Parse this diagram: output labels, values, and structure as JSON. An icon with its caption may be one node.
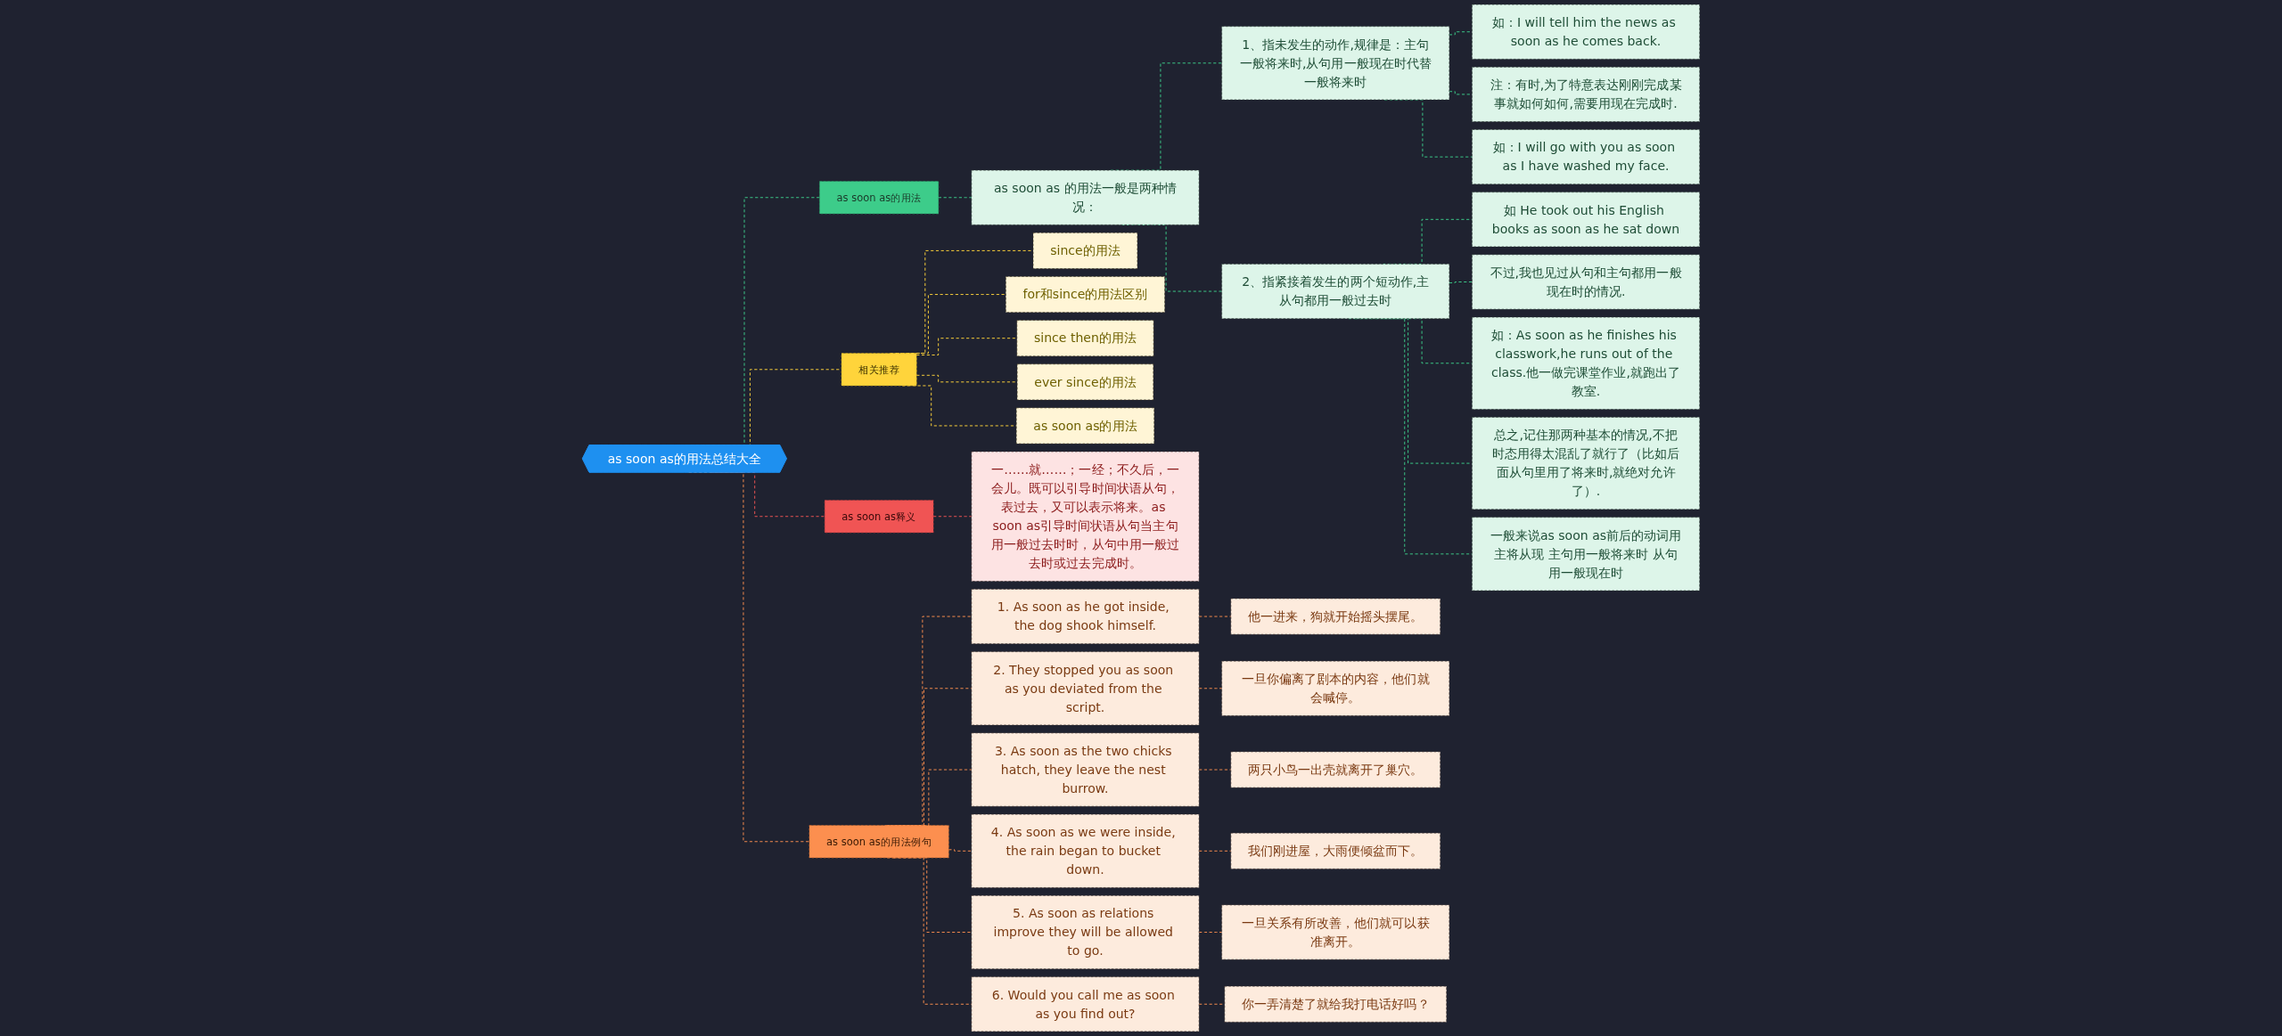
{
  "diagram": {
    "nodes": [
      {
        "text": [
          "as soon as的用法总结大全"
        ]
      },
      {
        "text": [
          "as soon as的用法"
        ]
      },
      {
        "text": [
          "as soon as 的用法一般是两种情况："
        ]
      },
      {
        "text": [
          "1、指未发生的动作,规律是：主句一般将来时,从句用一般现在时代替一般将来时"
        ]
      },
      {
        "text": [
          "如：I will tell him the news as soon as he comes back."
        ]
      },
      {
        "text": [
          "注：有时,为了特意表达刚刚完成某事就如何如何,需要用现在完成时."
        ]
      },
      {
        "text": [
          "如：I will go with you as soon as I have washed my face."
        ]
      },
      {
        "text": [
          "2、指紧接着发生的两个短动作,主从句都用一般过去时"
        ]
      },
      {
        "text": [
          "如 He took out his English books as soon as he sat down"
        ]
      },
      {
        "text": [
          "不过,我也见过从句和主句都用一般现在时的情况."
        ]
      },
      {
        "text": [
          "如：As soon as he finishes his classwork,he runs out of the class.他一做完课堂作业,就跑出了教室."
        ]
      },
      {
        "text": [
          "总之,记住那两种基本的情况,不把时态用得太混乱了就行了（比如后面从句里用了将来时,就绝对允许了）."
        ]
      },
      {
        "text": [
          "一般来说as soon as前后的动词用主将从现 主句用一般将来时 从句用一般现在时"
        ]
      },
      {
        "text": [
          "相关推荐"
        ]
      },
      {
        "text": [
          "since的用法"
        ]
      },
      {
        "text": [
          "for和since的用法区别"
        ]
      },
      {
        "text": [
          "since then的用法"
        ]
      },
      {
        "text": [
          "ever since的用法"
        ]
      },
      {
        "text": [
          "as soon as的用法"
        ]
      },
      {
        "text": [
          "as soon as释义"
        ]
      },
      {
        "text": [
          "一……就……；一经；不久后，一会儿。既可以引导时间状语从句，表过去，又可以表示将来。as soon as引导时间状语从句当主句用一般过去时时，从句中用一般过去时或过去完成时。"
        ]
      },
      {
        "text": [
          "as soon as的用法例句"
        ]
      },
      {
        "text": [
          "1. As soon as he got inside, the dog shook himself."
        ]
      },
      {
        "text": [
          "他一进来，狗就开始摇头摆尾。"
        ]
      },
      {
        "text": [
          "2. They stopped you as soon as you deviated from the script."
        ]
      },
      {
        "text": [
          "一旦你偏离了剧本的内容，他们就会喊停。"
        ]
      },
      {
        "text": [
          "3. As soon as the two chicks hatch, they leave the nest burrow."
        ]
      },
      {
        "text": [
          "两只小鸟一出壳就离开了巢穴。"
        ]
      },
      {
        "text": [
          "4. As soon as we were inside, the rain began to bucket down."
        ]
      },
      {
        "text": [
          "我们刚进屋，大雨便倾盆而下。"
        ]
      },
      {
        "text": [
          "5. As soon as relations improve they will be allowed to go."
        ]
      },
      {
        "text": [
          "一旦关系有所改善，他们就可以获准离开。"
        ]
      },
      {
        "text": [
          "6. Would you call me as soon as you find out?"
        ]
      },
      {
        "text": [
          "你一弄清楚了就给我打电话好吗？"
        ]
      }
    ],
    "edges": [
      {
        "from": 0,
        "to": 1,
        "arrow": "none",
        "style": "dashed",
        "color": "#3dcc8a"
      },
      {
        "from": 1,
        "to": 2,
        "arrow": "none",
        "style": "dashed",
        "color": "#3dcc8a"
      },
      {
        "from": 2,
        "to": 3,
        "arrow": "none",
        "style": "dashed",
        "color": "#3dcc8a"
      },
      {
        "from": 3,
        "to": 4,
        "arrow": "none",
        "style": "dashed",
        "color": "#3dcc8a"
      },
      {
        "from": 3,
        "to": 5,
        "arrow": "none",
        "style": "dashed",
        "color": "#3dcc8a"
      },
      {
        "from": 3,
        "to": 6,
        "arrow": "none",
        "style": "dashed",
        "color": "#3dcc8a"
      },
      {
        "from": 2,
        "to": 7,
        "arrow": "none",
        "style": "dashed",
        "color": "#3dcc8a"
      },
      {
        "from": 7,
        "to": 8,
        "arrow": "none",
        "style": "dashed",
        "color": "#3dcc8a"
      },
      {
        "from": 7,
        "to": 9,
        "arrow": "none",
        "style": "dashed",
        "color": "#3dcc8a"
      },
      {
        "from": 7,
        "to": 10,
        "arrow": "none",
        "style": "dashed",
        "color": "#3dcc8a"
      },
      {
        "from": 7,
        "to": 11,
        "arrow": "none",
        "style": "dashed",
        "color": "#3dcc8a"
      },
      {
        "from": 7,
        "to": 12,
        "arrow": "none",
        "style": "dashed",
        "color": "#3dcc8a"
      },
      {
        "from": 0,
        "to": 13,
        "arrow": "none",
        "style": "dashed",
        "color": "#ffd43b"
      },
      {
        "from": 13,
        "to": 14,
        "arrow": "none",
        "style": "dashed",
        "color": "#ffd43b"
      },
      {
        "from": 13,
        "to": 15,
        "arrow": "none",
        "style": "dashed",
        "color": "#ffd43b"
      },
      {
        "from": 13,
        "to": 16,
        "arrow": "none",
        "style": "dashed",
        "color": "#ffd43b"
      },
      {
        "from": 13,
        "to": 17,
        "arrow": "none",
        "style": "dashed",
        "color": "#ffd43b"
      },
      {
        "from": 13,
        "to": 18,
        "arrow": "none",
        "style": "dashed",
        "color": "#ffd43b"
      },
      {
        "from": 0,
        "to": 19,
        "arrow": "none",
        "style": "dashed",
        "color": "#f05454"
      },
      {
        "from": 19,
        "to": 20,
        "arrow": "none",
        "style": "dashed",
        "color": "#f05454"
      },
      {
        "from": 0,
        "to": 21,
        "arrow": "none",
        "style": "dashed",
        "color": "#fc8f4f"
      },
      {
        "from": 21,
        "to": 22,
        "arrow": "none",
        "style": "dashed",
        "color": "#fc8f4f"
      },
      {
        "from": 22,
        "to": 23,
        "arrow": "none",
        "style": "dashed",
        "color": "#fc8f4f"
      },
      {
        "from": 21,
        "to": 24,
        "arrow": "none",
        "style": "dashed",
        "color": "#fc8f4f"
      },
      {
        "from": 24,
        "to": 25,
        "arrow": "none",
        "style": "dashed",
        "color": "#fc8f4f"
      },
      {
        "from": 21,
        "to": 26,
        "arrow": "none",
        "style": "dashed",
        "color": "#fc8f4f"
      },
      {
        "from": 26,
        "to": 27,
        "arrow": "none",
        "style": "dashed",
        "color": "#fc8f4f"
      },
      {
        "from": 21,
        "to": 28,
        "arrow": "none",
        "style": "dashed",
        "color": "#fc8f4f"
      },
      {
        "from": 28,
        "to": 29,
        "arrow": "none",
        "style": "dashed",
        "color": "#fc8f4f"
      },
      {
        "from": 21,
        "to": 30,
        "arrow": "none",
        "style": "dashed",
        "color": "#fc8f4f"
      },
      {
        "from": 30,
        "to": 31,
        "arrow": "none",
        "style": "dashed",
        "color": "#fc8f4f"
      },
      {
        "from": 21,
        "to": 32,
        "arrow": "none",
        "style": "dashed",
        "color": "#fc8f4f"
      },
      {
        "from": 32,
        "to": 33,
        "arrow": "none",
        "style": "dashed",
        "color": "#fc8f4f"
      }
    ]
  }
}
